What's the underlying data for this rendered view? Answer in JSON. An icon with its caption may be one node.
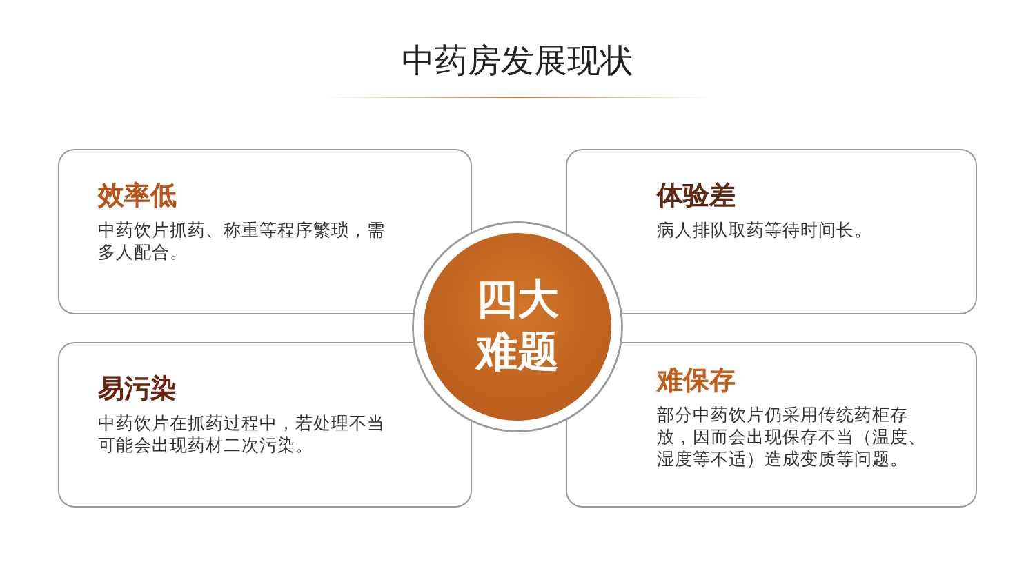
{
  "diagram": {
    "title": "中药房发展现状",
    "nodes": [
      {
        "text": [
          "效率低",
          "中药饮片抓药、称重等程序繁琐，需多人配合。"
        ]
      },
      {
        "text": [
          "体验差",
          "病人排队取药等待时间长。"
        ]
      },
      {
        "text": [
          "四大难题"
        ]
      },
      {
        "text": [
          "易污染",
          "中药饮片在抓药过程中，若处理不当可能会出现药材二次污染。"
        ]
      },
      {
        "text": [
          "难保存",
          "部分中药饮片仍采用传统药柜存放，因而会出现保存不当（温度、湿度等不适）造成变质等问题。"
        ]
      }
    ]
  }
}
